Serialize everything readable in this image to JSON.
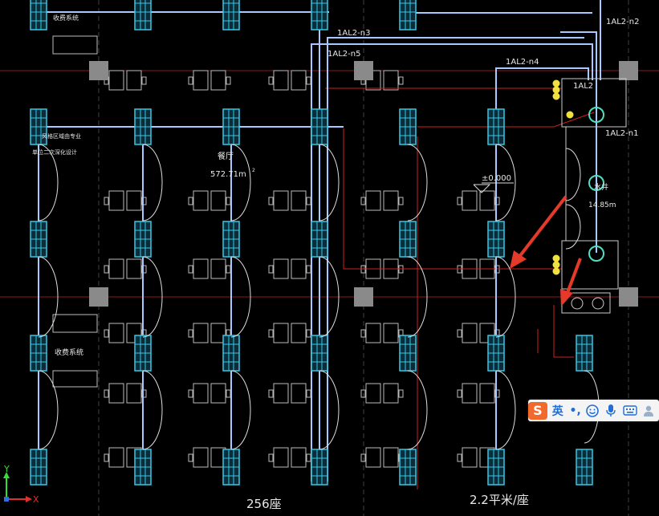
{
  "drawing": {
    "labels": {
      "circuit_n3": "1AL2-n3",
      "circuit_n5": "1AL2-n5",
      "circuit_n4": "1AL2-n4",
      "circuit_n2": "1AL2-n2",
      "circuit_n1": "1AL2-n1",
      "panel": "1AL2",
      "billing_top": "收费系统",
      "billing_bottom": "收费系统",
      "note_line1": "风格区域由专业",
      "note_line2": "单位二次深化设计",
      "room_name": "餐厅",
      "room_area": "572.71m",
      "area_sup": "2",
      "elevation": "±0.000",
      "water_room": "水井",
      "water_area": "14.85m",
      "seats": "256座",
      "ratio": "2.2平米/座"
    },
    "axis": {
      "y": "Y",
      "x": "X"
    }
  },
  "ime_toolbar": {
    "logo": "S",
    "language": "英",
    "punctuation": "•,",
    "icons": [
      "emoji-icon",
      "microphone-icon",
      "keyboard-icon",
      "user-icon"
    ]
  },
  "colors": {
    "background": "#000000",
    "conduit": "#a8c8ff",
    "fixture": "#38c8e6",
    "red_line": "#cc2020",
    "arrow": "#e53a2a"
  }
}
